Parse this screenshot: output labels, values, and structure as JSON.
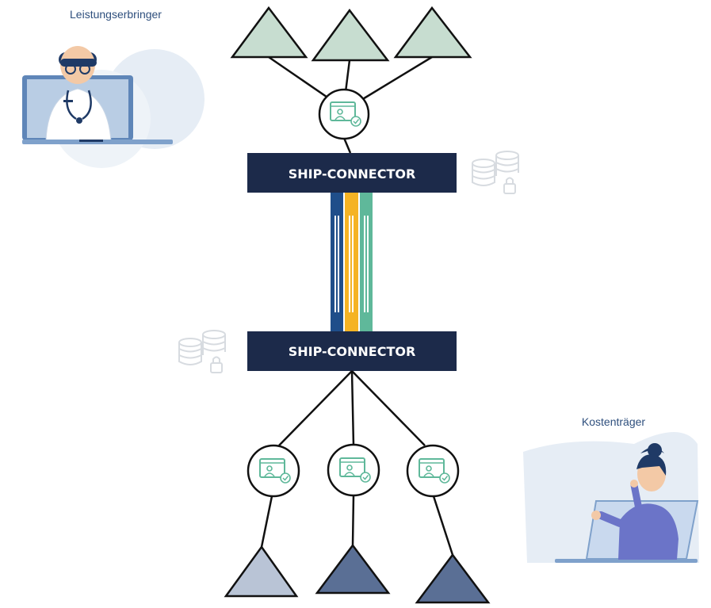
{
  "provider": {
    "label": "Leistungserbringer",
    "icon": "doctor-laptop-illustration"
  },
  "payer": {
    "label": "Kostenträger",
    "icon": "woman-laptop-illustration"
  },
  "connectors": [
    {
      "label": "SHIP-CONNECTOR"
    },
    {
      "label": "SHIP-CONNECTOR"
    }
  ],
  "icons": {
    "certificate": "certificate-id-card-icon",
    "database": "database-lock-icon"
  },
  "colors": {
    "navy": "#1c2a4a",
    "line": "#111111",
    "top_triangle": "#c7ddd0",
    "bottom_triangle_light": "#b9c4d6",
    "bottom_triangle_dark": "#5a6f95",
    "cert_green": "#5fb89a",
    "channel_blue": "#1f4e8a",
    "channel_yellow": "#f5b324",
    "channel_green": "#5fb89a",
    "blob": "#e7eef6",
    "label_blue": "#2e4f7d"
  }
}
